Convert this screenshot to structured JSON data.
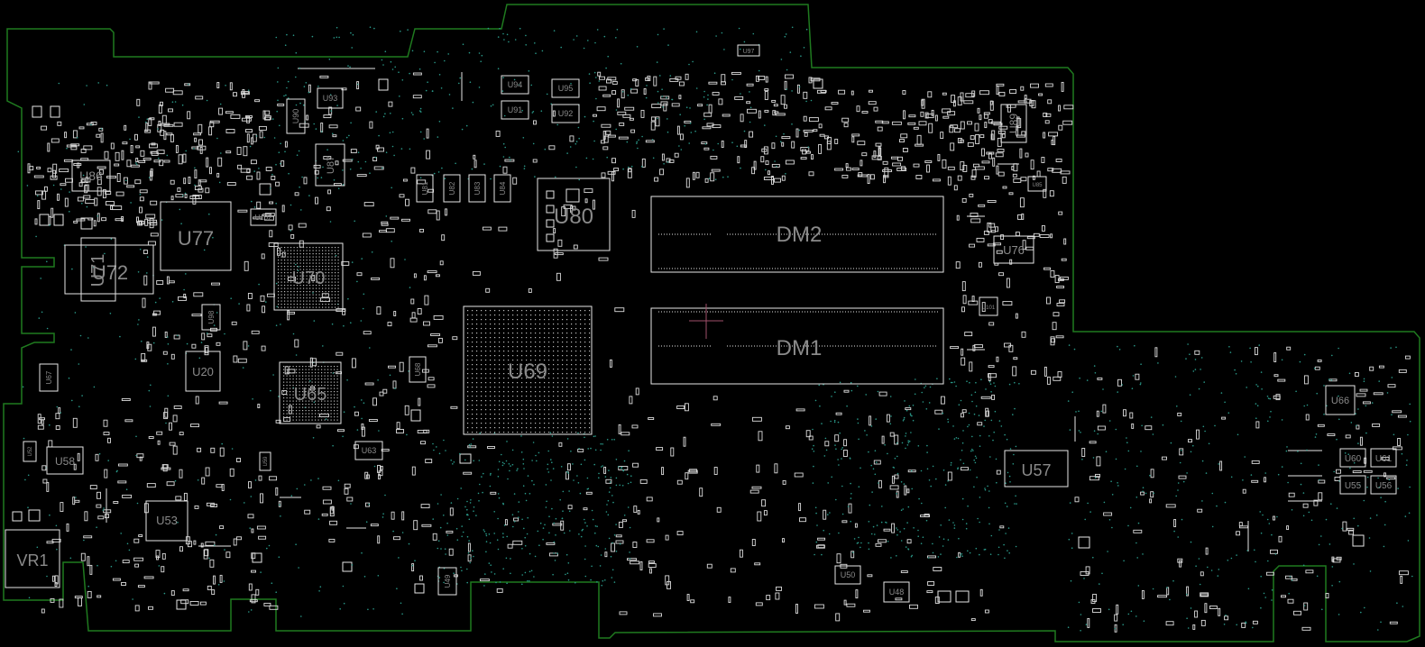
{
  "board": {
    "outline_color": "#1f7a1f",
    "silk_color": "#e6e6e6",
    "label_color": "#8a8a8a",
    "via_color": "#2a9a8a",
    "marker_color": "#a0506a"
  },
  "components": {
    "VR1": "VR1",
    "U86": "U86",
    "U77": "U77",
    "U72": "U72",
    "U71": "U71",
    "U70": "U70",
    "U65": "U65",
    "U69": "U69",
    "U80": "U80",
    "DM2": "DM2",
    "DM1": "DM1",
    "U57": "U57",
    "U76": "U76",
    "U89": "U89",
    "U66": "U66",
    "U60": "U60",
    "U61": "U61",
    "U55": "U55",
    "U56": "U56",
    "U58": "U58",
    "U53": "U53",
    "U20": "U20",
    "U67": "U67",
    "U98": "U98",
    "U102": "U102",
    "U87": "U87",
    "U90": "U90",
    "U93": "U93",
    "U81": "U81",
    "U82": "U82",
    "U83": "U83",
    "U84": "U84",
    "U94": "U94",
    "U95": "U95",
    "U91": "U91",
    "U92": "U92",
    "U97": "U97",
    "U68": "U68",
    "U63": "U63",
    "U62": "U62",
    "U49": "U49",
    "U50": "U50",
    "U48": "U48",
    "U101": "U101",
    "U85": "U85",
    "U52": "U52",
    "U59": "U59"
  }
}
